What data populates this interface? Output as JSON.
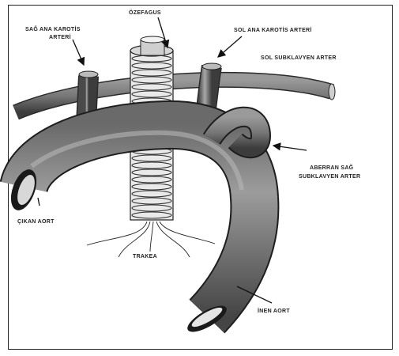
{
  "labels": {
    "sag_ana_karotis_1": "SAĞ ANA KAROTİS",
    "sag_ana_karotis_2": "ARTERİ",
    "ozefagus": "ÖZEFAGUS",
    "sol_ana_karotis": "SOL ANA KAROTİS ARTERİ",
    "sol_subklavyen": "SOL SUBKLAVYEN ARTER",
    "aberran_1": "ABERRAN SAĞ",
    "aberran_2": "SUBKLAVYEN ARTER",
    "cikan_aort": "ÇIKAN AORT",
    "trakea": "TRAKEA",
    "inen_aort": "İNEN AORT"
  },
  "icons": [
    "arrow-icon"
  ],
  "colors": {
    "vessel": "#7a7a7a",
    "vessel_dark": "#3a3a3a",
    "vessel_light": "#bdbdbd",
    "line": "#111111"
  }
}
